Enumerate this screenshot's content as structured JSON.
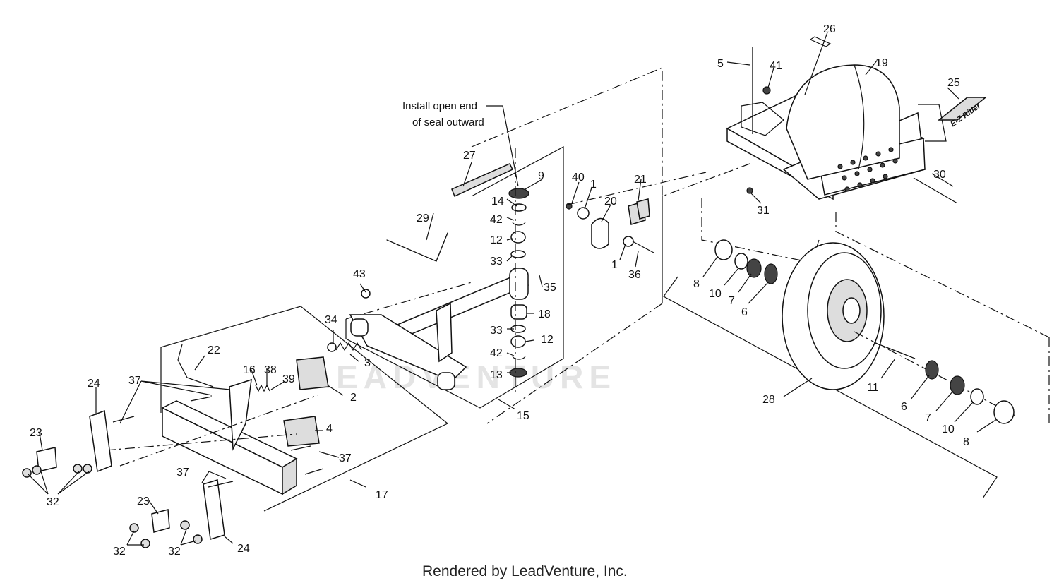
{
  "note": {
    "line1": "Install open end",
    "line2": "of seal outward"
  },
  "footer": "Rendered by LeadVenture, Inc.",
  "watermark": "LEADVENTURE",
  "logo_text": "E-Z Rider",
  "callouts": {
    "c1a": "1",
    "c1b": "1",
    "c2": "2",
    "c3": "3",
    "c4": "4",
    "c5": "5",
    "c6a": "6",
    "c6b": "6",
    "c7a": "7",
    "c7b": "7",
    "c8a": "8",
    "c8b": "8",
    "c9": "9",
    "c10a": "10",
    "c10b": "10",
    "c11": "11",
    "c12a": "12",
    "c12b": "12",
    "c13": "13",
    "c14": "14",
    "c15": "15",
    "c16": "16",
    "c17": "17",
    "c18": "18",
    "c19": "19",
    "c20": "20",
    "c21": "21",
    "c22": "22",
    "c23a": "23",
    "c23b": "23",
    "c24a": "24",
    "c24b": "24",
    "c25": "25",
    "c26": "26",
    "c27": "27",
    "c28": "28",
    "c29": "29",
    "c30": "30",
    "c31": "31",
    "c32a": "32",
    "c32b": "32",
    "c32c": "32",
    "c33a": "33",
    "c33b": "33",
    "c34": "34",
    "c35": "35",
    "c36": "36",
    "c37a": "37",
    "c37b": "37",
    "c37c": "37",
    "c38": "38",
    "c39": "39",
    "c40": "40",
    "c41": "41",
    "c42a": "42",
    "c42b": "42",
    "c43": "43"
  }
}
